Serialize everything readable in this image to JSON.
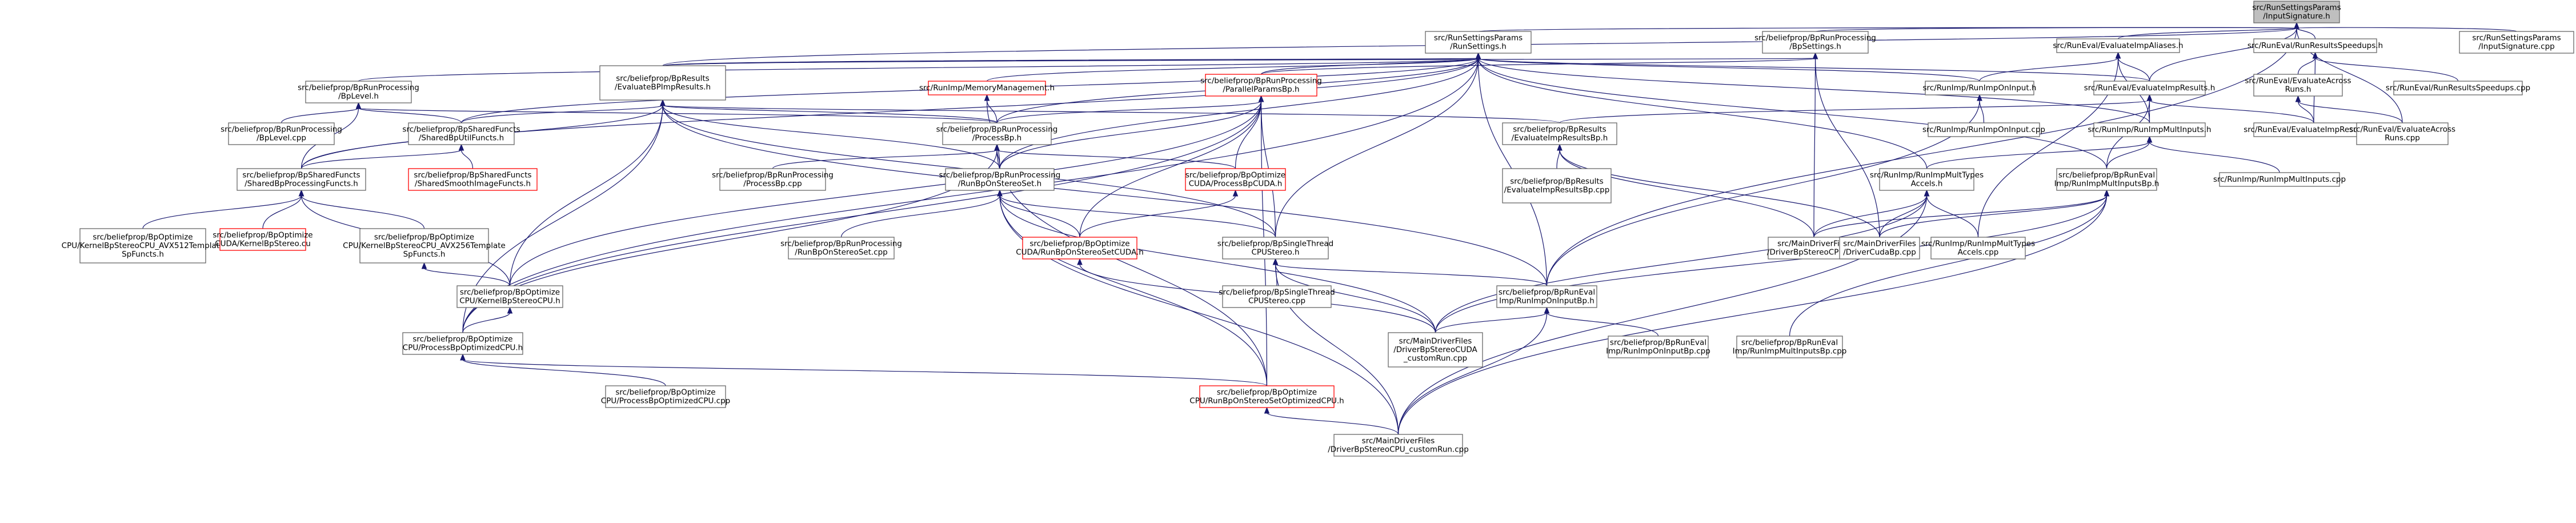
{
  "colors": {
    "edge": "#191970",
    "root_fill": "#bfbfbf",
    "node_border": "#666666",
    "red_border": "#ff0000"
  },
  "nodes": [
    {
      "id": "root",
      "lines": [
        "src/RunSettingsParams",
        "/InputSignature.h"
      ],
      "style": "root"
    },
    {
      "id": "rs",
      "lines": [
        "src/RunSettingsParams",
        "/RunSettings.h"
      ]
    },
    {
      "id": "bpsettings",
      "lines": [
        "src/beliefprop/BpRunProcessing",
        "/BpSettings.h"
      ]
    },
    {
      "id": "evalaliases",
      "lines": [
        "src/RunEval/EvaluateImpAliases.h"
      ]
    },
    {
      "id": "speedups",
      "lines": [
        "src/RunEval/RunResultsSpeedups.h"
      ]
    },
    {
      "id": "insigcpp",
      "lines": [
        "src/RunSettingsParams",
        "/InputSignature.cpp"
      ]
    },
    {
      "id": "bplevel",
      "lines": [
        "src/beliefprop/BpRunProcessing",
        "/BpLevel.h"
      ]
    },
    {
      "id": "bpeval",
      "lines": [
        "src/beliefprop/BpResults",
        "/EvaluateBPImpResults.h"
      ]
    },
    {
      "id": "memmgmt",
      "lines": [
        "src/RunImp/MemoryManagement.h"
      ],
      "style": "red"
    },
    {
      "id": "parallel",
      "lines": [
        "src/beliefprop/BpRunProcessing",
        "/ParallelParamsBp.h"
      ],
      "style": "red"
    },
    {
      "id": "onimpin",
      "lines": [
        "src/RunImp/RunImpOnInput.h"
      ]
    },
    {
      "id": "evalres",
      "lines": [
        "src/RunEval/EvaluateImpResults.h"
      ]
    },
    {
      "id": "evalacross",
      "lines": [
        "src/RunEval/EvaluateAcross",
        "Runs.h"
      ]
    },
    {
      "id": "speedupscpp",
      "lines": [
        "src/RunEval/RunResultsSpeedups.cpp"
      ]
    },
    {
      "id": "bplevelcpp",
      "lines": [
        "src/beliefprop/BpRunProcessing",
        "/BpLevel.cpp"
      ]
    },
    {
      "id": "sharedutil",
      "lines": [
        "src/beliefprop/BpSharedFuncts",
        "/SharedBpUtilFuncts.h"
      ]
    },
    {
      "id": "processbp",
      "lines": [
        "src/beliefprop/BpRunProcessing",
        "/ProcessBp.h"
      ]
    },
    {
      "id": "bpevalres",
      "lines": [
        "src/beliefprop/BpResults",
        "/EvaluateImpResultsBp.h"
      ]
    },
    {
      "id": "onimpcpp",
      "lines": [
        "src/RunImp/RunImpOnInput.cpp"
      ]
    },
    {
      "id": "multinputs",
      "lines": [
        "src/RunImp/RunImpMultInputs.h"
      ]
    },
    {
      "id": "evalrescpp",
      "lines": [
        "src/RunEval/EvaluateImpResults.cpp"
      ]
    },
    {
      "id": "evalacrosscpp",
      "lines": [
        "src/RunEval/EvaluateAcross",
        "Runs.cpp"
      ]
    },
    {
      "id": "sharedsmooth",
      "lines": [
        "src/beliefprop/BpSharedFuncts",
        "/SharedSmoothImageFuncts.h"
      ],
      "style": "red"
    },
    {
      "id": "sharedproc",
      "lines": [
        "src/beliefprop/BpSharedFuncts",
        "/SharedBpProcessingFuncts.h"
      ]
    },
    {
      "id": "processbpcpp",
      "lines": [
        "src/beliefprop/BpRunProcessing",
        "/ProcessBp.cpp"
      ]
    },
    {
      "id": "runbpstereo",
      "lines": [
        "src/beliefprop/BpRunProcessing",
        "/RunBpOnStereoSet.h"
      ]
    },
    {
      "id": "processcuda",
      "lines": [
        "src/beliefprop/BpOptimize",
        "CUDA/ProcessBpCUDA.h"
      ],
      "style": "red"
    },
    {
      "id": "bpevalrescpp",
      "lines": [
        "src/beliefprop/BpResults",
        "/EvaluateImpResultsBp.cpp"
      ]
    },
    {
      "id": "multtypes",
      "lines": [
        "src/RunImp/RunImpMultTypes",
        "Accels.h"
      ]
    },
    {
      "id": "runevalmult",
      "lines": [
        "src/beliefprop/BpRunEval",
        "Imp/RunImpMultInputsBp.h"
      ]
    },
    {
      "id": "multinputscpp",
      "lines": [
        "src/RunImp/RunImpMultInputs.cpp"
      ]
    },
    {
      "id": "avx512",
      "lines": [
        "src/beliefprop/BpOptimize",
        "CPU/KernelBpStereoCPU_AVX512Template",
        "SpFuncts.h"
      ]
    },
    {
      "id": "kernelcu",
      "lines": [
        "src/beliefprop/BpOptimize",
        "CUDA/KernelBpStereo.cu"
      ],
      "style": "red"
    },
    {
      "id": "avx256",
      "lines": [
        "src/beliefprop/BpOptimize",
        "CPU/KernelBpStereoCPU_AVX256Template",
        "SpFuncts.h"
      ]
    },
    {
      "id": "runbpstereocpp",
      "lines": [
        "src/beliefprop/BpRunProcessing",
        "/RunBpOnStereoSet.cpp"
      ]
    },
    {
      "id": "runbpcuda",
      "lines": [
        "src/beliefprop/BpOptimize",
        "CUDA/RunBpOnStereoSetCUDA.h"
      ],
      "style": "red"
    },
    {
      "id": "singlethread",
      "lines": [
        "src/beliefprop/BpSingleThread",
        "CPUStereo.h"
      ]
    },
    {
      "id": "drivercpu",
      "lines": [
        "src/MainDriverFiles",
        "/DriverBpStereoCPU.cpp"
      ]
    },
    {
      "id": "drivercuda",
      "lines": [
        "src/MainDriverFiles",
        "/DriverCudaBp.cpp"
      ]
    },
    {
      "id": "multtypescpp",
      "lines": [
        "src/RunImp/RunImpMultTypes",
        "Accels.cpp"
      ]
    },
    {
      "id": "kernelcpu",
      "lines": [
        "src/beliefprop/BpOptimize",
        "CPU/KernelBpStereoCPU.h"
      ]
    },
    {
      "id": "singlethreadcpp",
      "lines": [
        "src/beliefprop/BpSingleThread",
        "CPUStereo.cpp"
      ]
    },
    {
      "id": "runevalonin",
      "lines": [
        "src/beliefprop/BpRunEval",
        "Imp/RunImpOnInputBp.h"
      ]
    },
    {
      "id": "processopt",
      "lines": [
        "src/beliefprop/BpOptimize",
        "CPU/ProcessBpOptimizedCPU.h"
      ]
    },
    {
      "id": "drivercudacustom",
      "lines": [
        "src/MainDriverFiles",
        "/DriverBpStereoCUDA",
        "_customRun.cpp"
      ]
    },
    {
      "id": "runevaloncpp",
      "lines": [
        "src/beliefprop/BpRunEval",
        "Imp/RunImpOnInputBp.cpp"
      ]
    },
    {
      "id": "runevalmultcpp",
      "lines": [
        "src/beliefprop/BpRunEval",
        "Imp/RunImpMultInputsBp.cpp"
      ]
    },
    {
      "id": "processoptcpp",
      "lines": [
        "src/beliefprop/BpOptimize",
        "CPU/ProcessBpOptimizedCPU.cpp"
      ]
    },
    {
      "id": "runbpopt",
      "lines": [
        "src/beliefprop/BpOptimize",
        "CPU/RunBpOnStereoSetOptimizedCPU.h"
      ],
      "style": "red"
    },
    {
      "id": "drivercpucustom",
      "lines": [
        "src/MainDriverFiles",
        "/DriverBpStereoCPU_customRun.cpp"
      ]
    }
  ],
  "edges": [
    [
      "root",
      "rs"
    ],
    [
      "root",
      "bpsettings"
    ],
    [
      "root",
      "evalaliases"
    ],
    [
      "root",
      "speedups"
    ],
    [
      "root",
      "insigcpp"
    ],
    [
      "root",
      "evalres"
    ],
    [
      "root",
      "evalacrosscpp"
    ],
    [
      "root",
      "runevalonin"
    ],
    [
      "root",
      "bpeval"
    ],
    [
      "rs",
      "bplevel"
    ],
    [
      "rs",
      "bpeval"
    ],
    [
      "rs",
      "memmgmt"
    ],
    [
      "rs",
      "parallel"
    ],
    [
      "rs",
      "onimpin"
    ],
    [
      "rs",
      "evalres"
    ],
    [
      "rs",
      "sharedproc"
    ],
    [
      "rs",
      "sharedutil"
    ],
    [
      "rs",
      "processbp"
    ],
    [
      "rs",
      "runbpstereo"
    ],
    [
      "rs",
      "multinputs"
    ],
    [
      "rs",
      "multtypes"
    ],
    [
      "rs",
      "runevalmult"
    ],
    [
      "rs",
      "singlethread"
    ],
    [
      "rs",
      "runevalonin"
    ],
    [
      "rs",
      "processopt"
    ],
    [
      "bpsettings",
      "bpeval"
    ],
    [
      "bpsettings",
      "parallel"
    ],
    [
      "bpsettings",
      "drivercpu"
    ],
    [
      "bpsettings",
      "drivercuda"
    ],
    [
      "evalaliases",
      "onimpin"
    ],
    [
      "evalaliases",
      "evalres"
    ],
    [
      "evalaliases",
      "multinputs"
    ],
    [
      "evalaliases",
      "multtypescpp"
    ],
    [
      "speedups",
      "evalacross"
    ],
    [
      "speedups",
      "speedupscpp"
    ],
    [
      "speedups",
      "evalrescpp"
    ],
    [
      "evalacross",
      "evalrescpp"
    ],
    [
      "evalacross",
      "evalacrosscpp"
    ],
    [
      "bplevel",
      "bplevelcpp"
    ],
    [
      "bplevel",
      "sharedutil"
    ],
    [
      "bplevel",
      "processbp"
    ],
    [
      "bplevel",
      "sharedproc"
    ],
    [
      "bpeval",
      "sharedutil"
    ],
    [
      "bpeval",
      "processbp"
    ],
    [
      "bpeval",
      "runbpstereo"
    ],
    [
      "bpeval",
      "bpevalres"
    ],
    [
      "bpeval",
      "sharedproc"
    ],
    [
      "bpeval",
      "singlethread"
    ],
    [
      "bpeval",
      "runevalonin"
    ],
    [
      "bpeval",
      "processopt"
    ],
    [
      "bpeval",
      "kernelcpu"
    ],
    [
      "memmgmt",
      "processbp"
    ],
    [
      "memmgmt",
      "runbpstereo"
    ],
    [
      "parallel",
      "processbp"
    ],
    [
      "parallel",
      "runbpstereo"
    ],
    [
      "parallel",
      "processcuda"
    ],
    [
      "parallel",
      "runbpcuda"
    ],
    [
      "parallel",
      "singlethread"
    ],
    [
      "parallel",
      "kernelcpu"
    ],
    [
      "parallel",
      "processopt"
    ],
    [
      "parallel",
      "runbpopt"
    ],
    [
      "onimpin",
      "onimpcpp"
    ],
    [
      "onimpin",
      "runevalonin"
    ],
    [
      "evalres",
      "bpevalres"
    ],
    [
      "evalres",
      "multinputs"
    ],
    [
      "evalres",
      "evalrescpp"
    ],
    [
      "evalres",
      "runevalmult"
    ],
    [
      "sharedutil",
      "sharedsmooth"
    ],
    [
      "sharedutil",
      "sharedproc"
    ],
    [
      "processbp",
      "processbpcpp"
    ],
    [
      "processbp",
      "runbpstereo"
    ],
    [
      "processbp",
      "processcuda"
    ],
    [
      "processbp",
      "processopt"
    ],
    [
      "processbp",
      "runbpopt"
    ],
    [
      "bpevalres",
      "bpevalrescpp"
    ],
    [
      "bpevalres",
      "drivercpu"
    ],
    [
      "bpevalres",
      "drivercuda"
    ],
    [
      "multinputs",
      "multtypes"
    ],
    [
      "multinputs",
      "runevalmult"
    ],
    [
      "multinputs",
      "multinputscpp"
    ],
    [
      "sharedproc",
      "avx512"
    ],
    [
      "sharedproc",
      "kernelcu"
    ],
    [
      "sharedproc",
      "avx256"
    ],
    [
      "sharedproc",
      "kernelcpu"
    ],
    [
      "runbpstereo",
      "runbpstereocpp"
    ],
    [
      "runbpstereo",
      "runbpcuda"
    ],
    [
      "runbpstereo",
      "singlethread"
    ],
    [
      "runbpstereo",
      "runbpopt"
    ],
    [
      "runbpstereo",
      "drivercudacustom"
    ],
    [
      "runbpstereo",
      "drivercpucustom"
    ],
    [
      "processcuda",
      "runbpcuda"
    ],
    [
      "multtypes",
      "drivercpu"
    ],
    [
      "multtypes",
      "drivercuda"
    ],
    [
      "multtypes",
      "multtypescpp"
    ],
    [
      "multtypes",
      "drivercudacustom"
    ],
    [
      "multtypes",
      "drivercpucustom"
    ],
    [
      "runevalmult",
      "drivercpu"
    ],
    [
      "runevalmult",
      "drivercuda"
    ],
    [
      "runevalmult",
      "runevalmultcpp"
    ],
    [
      "runevalmult",
      "drivercudacustom"
    ],
    [
      "runevalmult",
      "drivercpucustom"
    ],
    [
      "avx256",
      "kernelcpu"
    ],
    [
      "kernelcpu",
      "processopt"
    ],
    [
      "runbpcuda",
      "drivercudacustom"
    ],
    [
      "singlethread",
      "singlethreadcpp"
    ],
    [
      "singlethread",
      "runevalonin"
    ],
    [
      "singlethread",
      "drivercudacustom"
    ],
    [
      "singlethread",
      "drivercpucustom"
    ],
    [
      "runevalonin",
      "runevaloncpp"
    ],
    [
      "runevalonin",
      "drivercudacustom"
    ],
    [
      "runevalonin",
      "drivercpucustom"
    ],
    [
      "processopt",
      "processoptcpp"
    ],
    [
      "processopt",
      "runbpopt"
    ],
    [
      "runbpopt",
      "drivercpucustom"
    ]
  ]
}
